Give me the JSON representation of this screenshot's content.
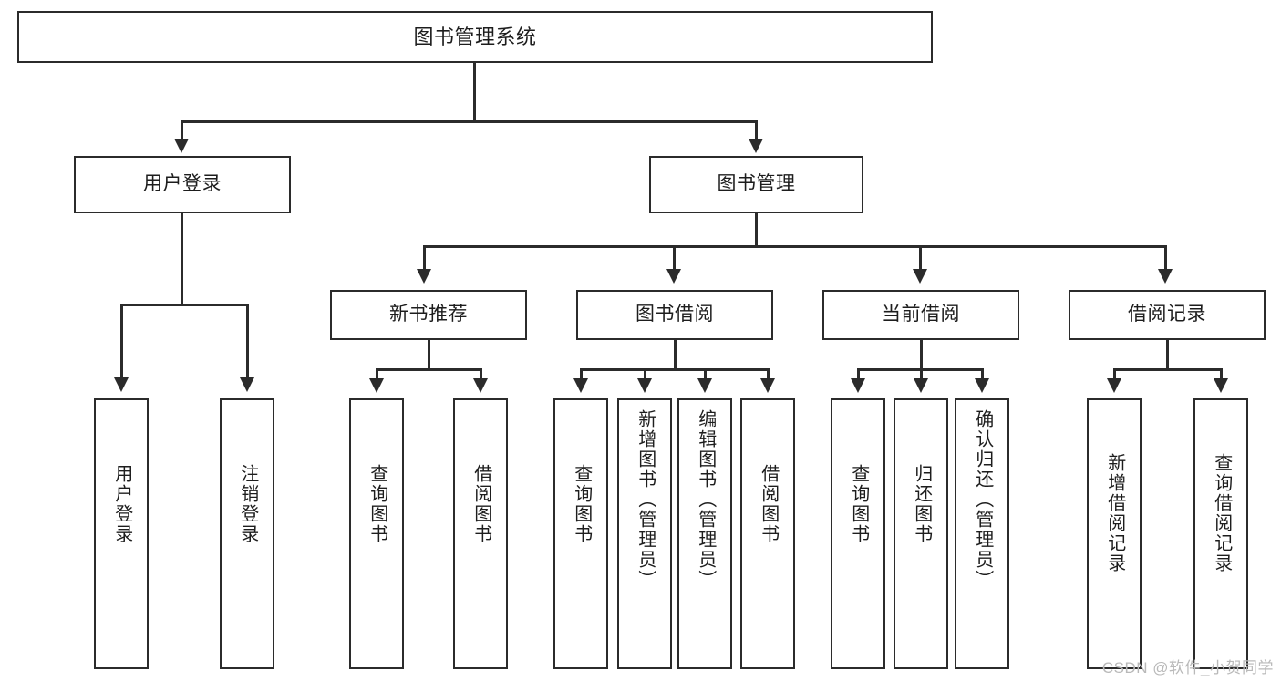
{
  "diagram": {
    "title": "图书管理系统",
    "type": "tree-hierarchy-diagram",
    "root": {
      "label": "图书管理系统"
    },
    "level1": [
      {
        "label": "用户登录"
      },
      {
        "label": "图书管理"
      }
    ],
    "level2": [
      {
        "label": "新书推荐"
      },
      {
        "label": "图书借阅"
      },
      {
        "label": "当前借阅"
      },
      {
        "label": "借阅记录"
      }
    ],
    "leaves": {
      "user_login": [
        {
          "label": "用户登录"
        },
        {
          "label": "注销登录"
        }
      ],
      "new_book_recommend": [
        {
          "label": "查询图书"
        },
        {
          "label": "借阅图书"
        }
      ],
      "book_borrow": [
        {
          "label": "查询图书"
        },
        {
          "label": "新增图书（管理员）"
        },
        {
          "label": "编辑图书（管理员）"
        },
        {
          "label": "借阅图书"
        }
      ],
      "current_borrow": [
        {
          "label": "查询图书"
        },
        {
          "label": "归还图书"
        },
        {
          "label": "确认归还（管理员）"
        }
      ],
      "borrow_record": [
        {
          "label": "新增借阅记录"
        },
        {
          "label": "查询借阅记录"
        }
      ]
    }
  },
  "watermark": {
    "text": "CSDN @软件_小贺同学"
  },
  "colors": {
    "stroke": "#2b2b2b",
    "background": "#ffffff",
    "text": "#1d1d1d",
    "watermark": "#b9b9b9"
  }
}
